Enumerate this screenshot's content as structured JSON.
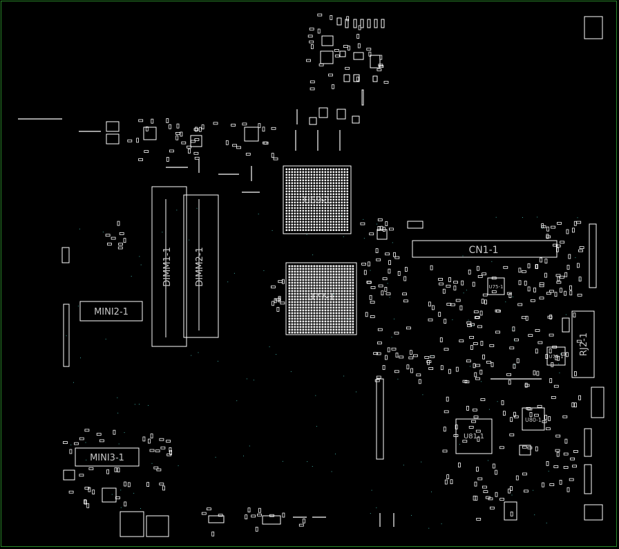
{
  "theme": {
    "background": "#000000",
    "border_color": "#2a8a2a",
    "outline_color": "#ffffff",
    "label_color": "#c8c8c8",
    "dim_label_color": "#9a9a9a",
    "dot_color": "#3fa9a0"
  },
  "components": {
    "u69": "U69-1",
    "u77": "U77-1",
    "cn1": "CN1-1",
    "dimm1": "DIMM1-1",
    "dimm2": "DIMM2-1",
    "mini2": "MINI2-1",
    "mini3": "MINI3-1",
    "rj2": "RJ2-1",
    "u81": "U81-1",
    "u80": "U80-1",
    "u76": "U76-1",
    "u75": "U75-1"
  }
}
